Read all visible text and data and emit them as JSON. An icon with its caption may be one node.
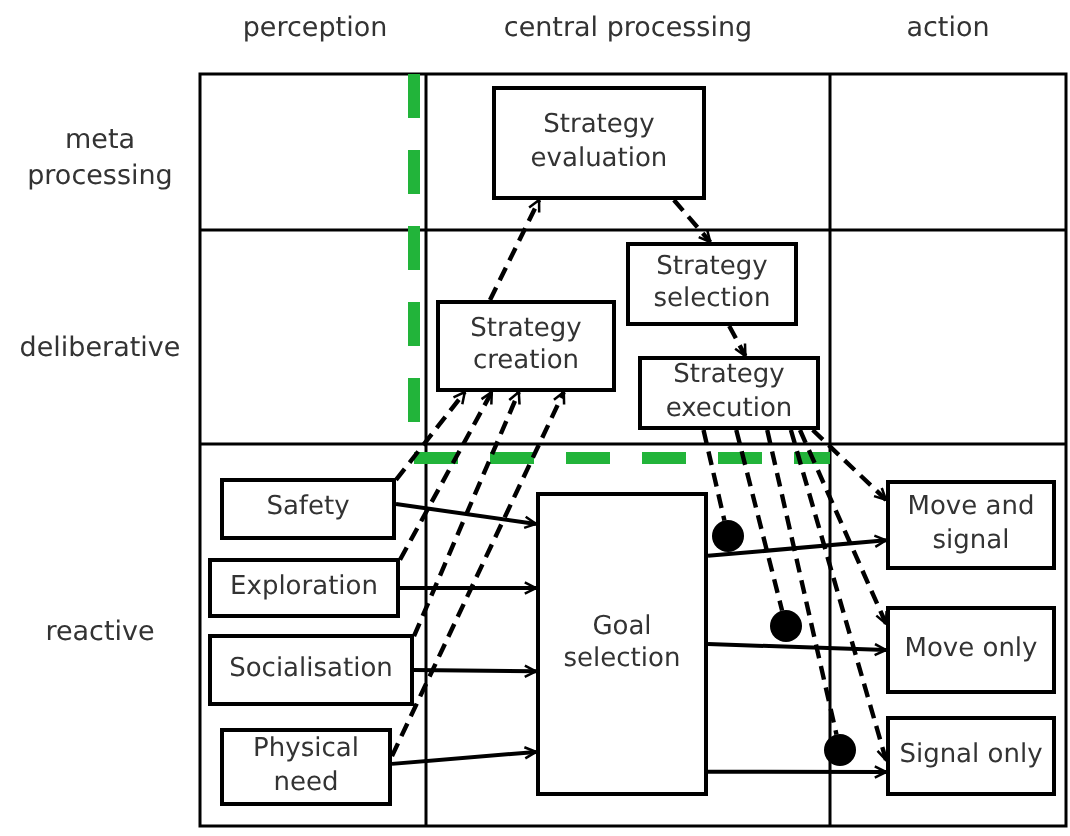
{
  "diagram": {
    "nodes": [
      {
        "text": [
          "Strategy evaluation"
        ]
      },
      {
        "text": [
          "Strategy selection"
        ]
      },
      {
        "text": [
          "Strategy creation"
        ]
      },
      {
        "text": [
          "Strategy execution"
        ]
      },
      {
        "text": [
          "Safety"
        ]
      },
      {
        "text": [
          "Exploration"
        ]
      },
      {
        "text": [
          "Socialisation"
        ]
      },
      {
        "text": [
          "Physical need"
        ]
      },
      {
        "text": [
          "Goal selection"
        ]
      },
      {
        "text": [
          "Move and signal"
        ]
      },
      {
        "text": [
          "Move only"
        ]
      },
      {
        "text": [
          "Signal only"
        ]
      },
      {
        "text": [],
        "shape": "circle"
      },
      {
        "text": [],
        "shape": "circle"
      },
      {
        "text": [],
        "shape": "circle"
      }
    ],
    "edges": [
      {
        "from": 2,
        "to": 0,
        "arrow": "to",
        "style": "dashed"
      },
      {
        "from": 0,
        "to": 1,
        "arrow": "to",
        "style": "dashed"
      },
      {
        "from": 1,
        "to": 3,
        "arrow": "to",
        "style": "dashed"
      },
      {
        "from": 4,
        "to": 2,
        "arrow": "to",
        "style": "dashed"
      },
      {
        "from": 5,
        "to": 2,
        "arrow": "to",
        "style": "dashed"
      },
      {
        "from": 6,
        "to": 2,
        "arrow": "to",
        "style": "dashed"
      },
      {
        "from": 7,
        "to": 2,
        "arrow": "to",
        "style": "dashed"
      },
      {
        "from": 4,
        "to": 8,
        "arrow": "to"
      },
      {
        "from": 5,
        "to": 8,
        "arrow": "to"
      },
      {
        "from": 6,
        "to": 8,
        "arrow": "to"
      },
      {
        "from": 7,
        "to": 8,
        "arrow": "to"
      },
      {
        "from": 8,
        "to": 9,
        "arrow": "to"
      },
      {
        "from": 8,
        "to": 10,
        "arrow": "to"
      },
      {
        "from": 8,
        "to": 11,
        "arrow": "to"
      },
      {
        "from": 3,
        "to": 9,
        "arrow": "to",
        "style": "dashed"
      },
      {
        "from": 3,
        "to": 10,
        "arrow": "to",
        "style": "dashed"
      },
      {
        "from": 3,
        "to": 11,
        "arrow": "to",
        "style": "dashed"
      },
      {
        "from": 3,
        "to": 12,
        "arrow": "none",
        "style": "dashed"
      },
      {
        "from": 3,
        "to": 13,
        "arrow": "none",
        "style": "dashed"
      },
      {
        "from": 3,
        "to": 14,
        "arrow": "none",
        "style": "dashed"
      }
    ],
    "labels": [
      "perception",
      "central processing",
      "action",
      "meta processing",
      "deliberative",
      "reactive"
    ]
  }
}
